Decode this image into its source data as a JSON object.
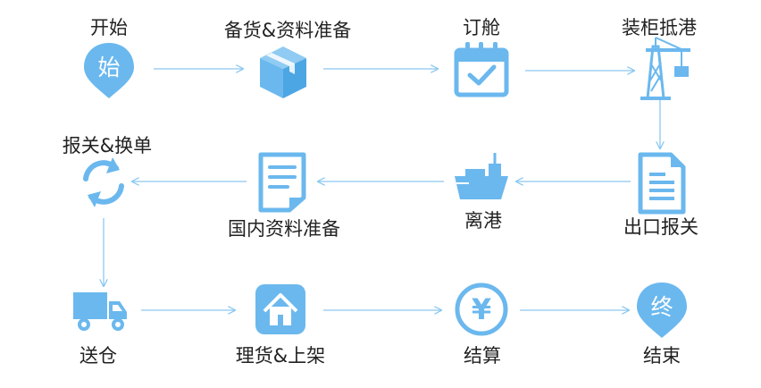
{
  "steps": [
    {
      "id": "start",
      "label": "开始",
      "icon": "start-pin-icon",
      "glyph": "始"
    },
    {
      "id": "prep",
      "label": "备货&资料准备",
      "icon": "package-box-icon"
    },
    {
      "id": "booking",
      "label": "订舱",
      "icon": "calendar-check-icon"
    },
    {
      "id": "loading",
      "label": "装柜抵港",
      "icon": "port-crane-icon"
    },
    {
      "id": "export",
      "label": "出口报关",
      "icon": "document-icon"
    },
    {
      "id": "depart",
      "label": "离港",
      "icon": "cargo-ship-icon"
    },
    {
      "id": "domestic",
      "label": "国内资料准备",
      "icon": "paperwork-icon"
    },
    {
      "id": "customs",
      "label": "报关&换单",
      "icon": "refresh-cycle-icon"
    },
    {
      "id": "delivery",
      "label": "送仓",
      "icon": "delivery-truck-icon"
    },
    {
      "id": "shelving",
      "label": "理货&上架",
      "icon": "warehouse-home-icon"
    },
    {
      "id": "settle",
      "label": "结算",
      "icon": "yen-coin-icon",
      "glyph": "¥"
    },
    {
      "id": "end",
      "label": "结束",
      "icon": "end-pin-icon",
      "glyph": "终"
    }
  ],
  "colors": {
    "icon": "#6bb8ee",
    "arrow": "#8cc8f0",
    "text": "#222222"
  }
}
